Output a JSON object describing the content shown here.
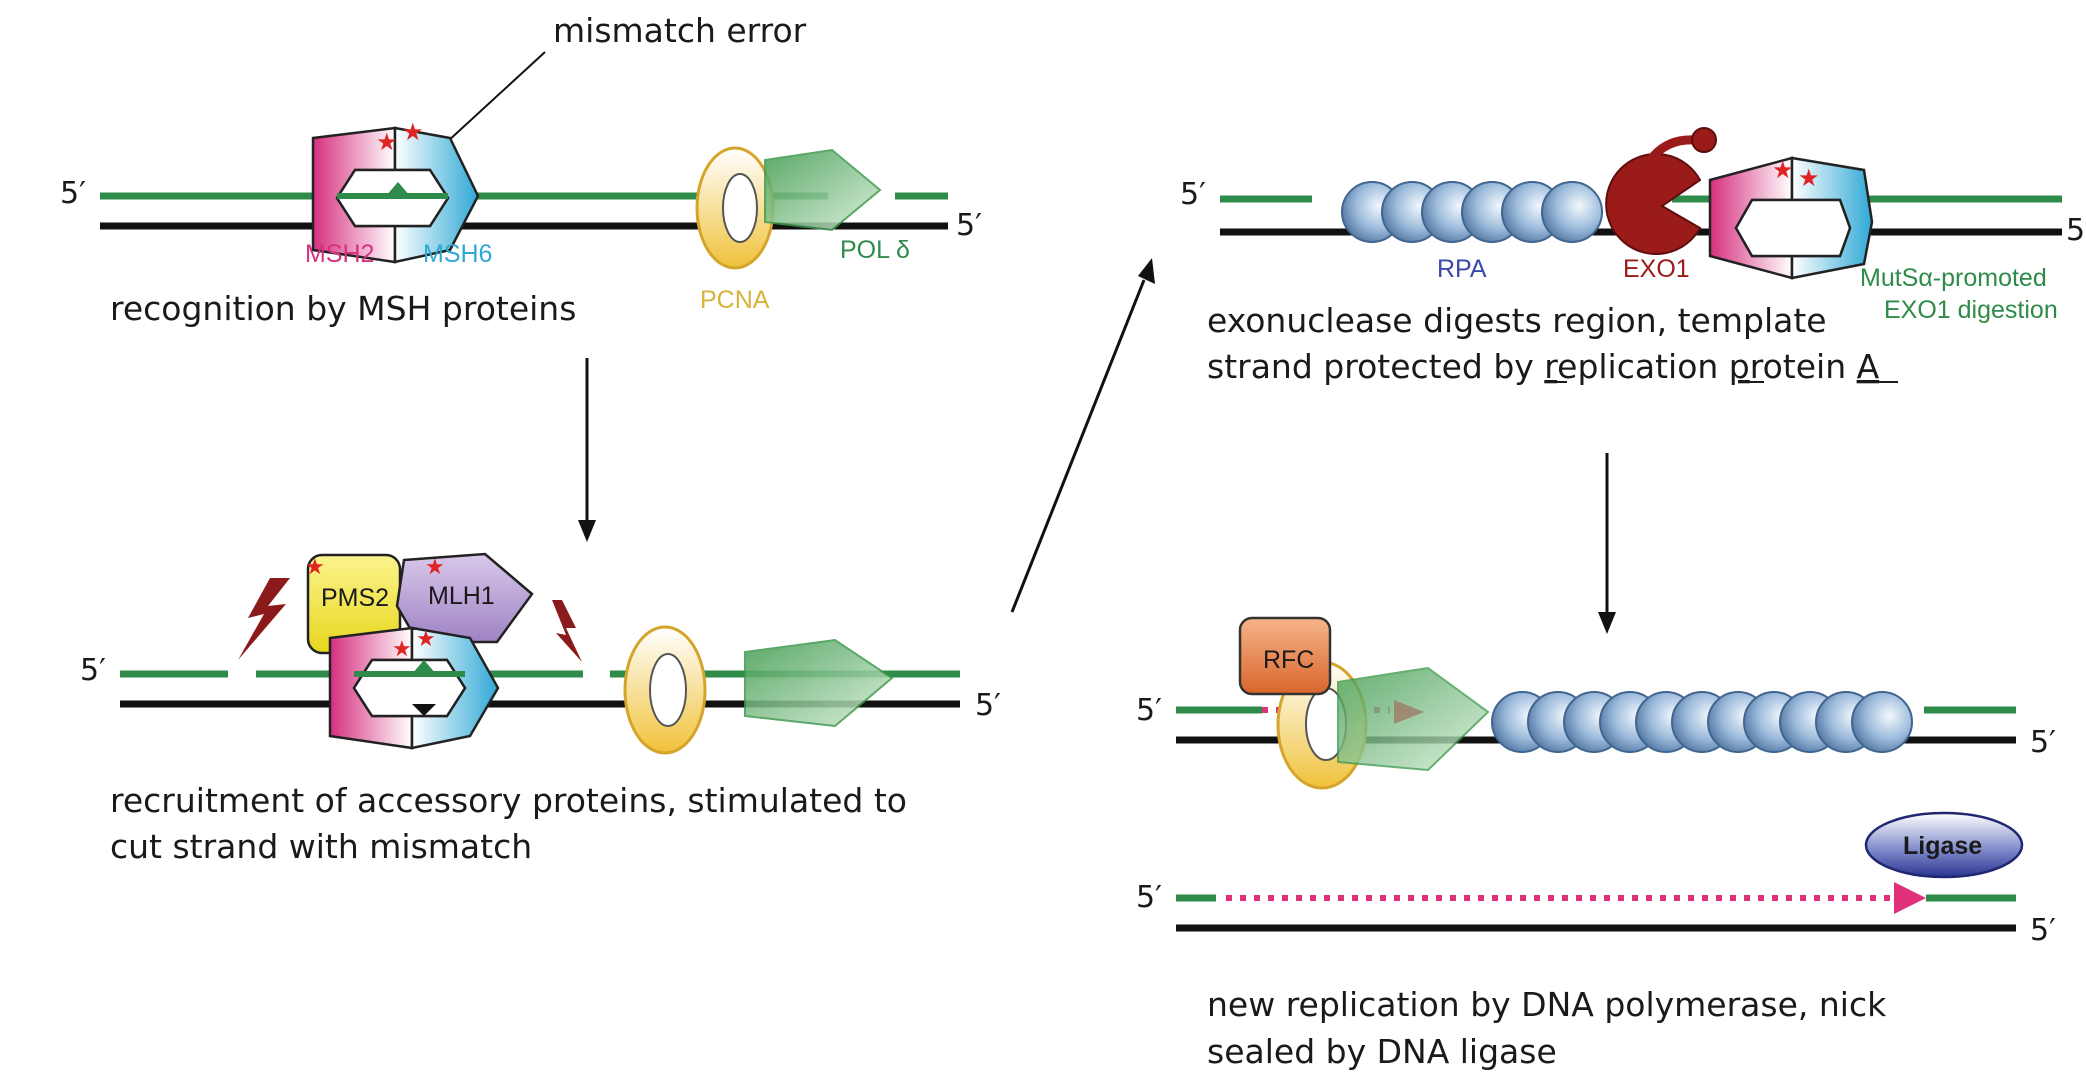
{
  "labels": {
    "mismatch_error": "mismatch error",
    "five_prime": "5′",
    "msh2": "MSH2",
    "msh6": "MSH6",
    "pcna": "PCNA",
    "pol_delta": "POL δ",
    "pms2": "PMS2",
    "mlh1": "MLH1",
    "rpa": "RPA",
    "exo1": "EXO1",
    "mutsa_line1": "MutSα-promoted",
    "mutsa_line2": "EXO1 digestion",
    "rfc": "RFC",
    "ligase": "Ligase"
  },
  "captions": {
    "step1": "recognition by MSH proteins",
    "step2_line1": "recruitment of accessory proteins, stimulated to",
    "step2_line2": "cut strand with mismatch",
    "step3_line1": "exonuclease digests region, template",
    "step3_line2_a": "strand protected by ",
    "step3_line2_r": "r",
    "step3_line2_b": "eplication ",
    "step3_line2_p": "p",
    "step3_line2_c": "rotein ",
    "step3_line2_A": "A",
    "step4_line1": "new replication by DNA polymerase, nick",
    "step4_line2": "sealed by DNA ligase"
  },
  "colors": {
    "new_strand": "#2e8b4a",
    "template_strand": "#111111",
    "msh2": "#d6307f",
    "msh6": "#2fa8d6",
    "pcna": "#f0c23a",
    "pol_delta": "#3e9a4e",
    "pms2": "#f3e436",
    "mlh1": "#b9a1d3",
    "rpa": "#8fb0d6",
    "exo1": "#9b1b1b",
    "rfc": "#e07a3a",
    "ligase": "#3b4aa8",
    "new_dna": "#e0307a"
  }
}
